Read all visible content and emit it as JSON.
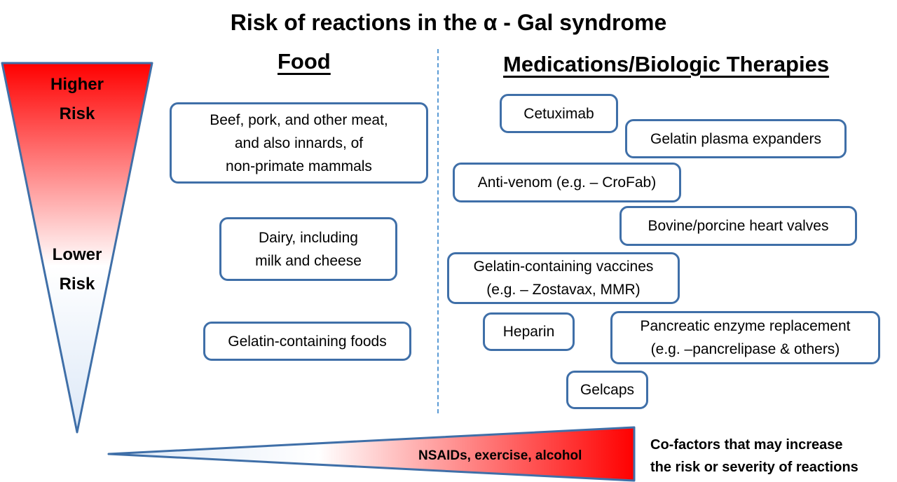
{
  "title": "Risk of reactions in the α - Gal syndrome",
  "risk_scale": {
    "high_label": "Higher\nRisk",
    "low_label": "Lower\nRisk",
    "high_color": "#ff0000",
    "low_color": "#dce8f7"
  },
  "food": {
    "heading": "Food",
    "items": [
      {
        "label": "Beef, pork, and other meat,\nand also innards, of\nnon-primate mammals"
      },
      {
        "label": "Dairy, including\nmilk and cheese"
      },
      {
        "label": "Gelatin-containing foods"
      }
    ]
  },
  "medications": {
    "heading": "Medications/Biologic Therapies",
    "items": [
      {
        "label": "Cetuximab"
      },
      {
        "label": "Gelatin plasma expanders"
      },
      {
        "label": "Anti-venom (e.g. – CroFab)"
      },
      {
        "label": "Bovine/porcine heart valves"
      },
      {
        "label": "Gelatin-containing vaccines\n(e.g. – Zostavax, MMR)"
      },
      {
        "label": "Heparin"
      },
      {
        "label": "Pancreatic enzyme replacement\n(e.g. –pancrelipase & others)"
      },
      {
        "label": "Gelcaps"
      }
    ]
  },
  "cofactors": {
    "wedge_label": "NSAIDs, exercise, alcohol",
    "description": "Co-factors that may increase\nthe risk or severity of reactions"
  },
  "colors": {
    "box_border": "#3f6fa8",
    "divider": "#5b9bd5"
  }
}
